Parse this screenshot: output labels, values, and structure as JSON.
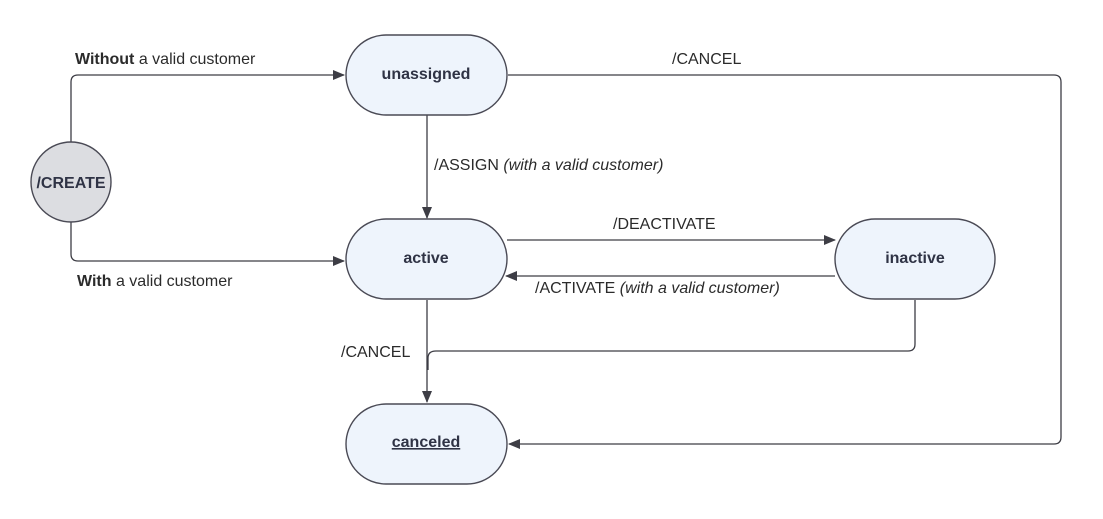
{
  "diagram": {
    "start": {
      "label": "/CREATE"
    },
    "states": {
      "unassigned": "unassigned",
      "active": "active",
      "inactive": "inactive",
      "canceled": "canceled"
    },
    "edges": {
      "create_to_unassigned": {
        "bold": "Without",
        "rest": " a valid customer"
      },
      "create_to_active": {
        "bold": "With",
        "rest": " a valid customer"
      },
      "assign": {
        "main": "/ASSIGN ",
        "italic": "(with a valid customer)"
      },
      "deactivate": {
        "main": "/DEACTIVATE"
      },
      "activate": {
        "main": "/ACTIVATE ",
        "italic": "(with a valid customer)"
      },
      "cancel_unassigned": {
        "main": "/CANCEL"
      },
      "cancel_active": {
        "main": "/CANCEL"
      }
    }
  }
}
